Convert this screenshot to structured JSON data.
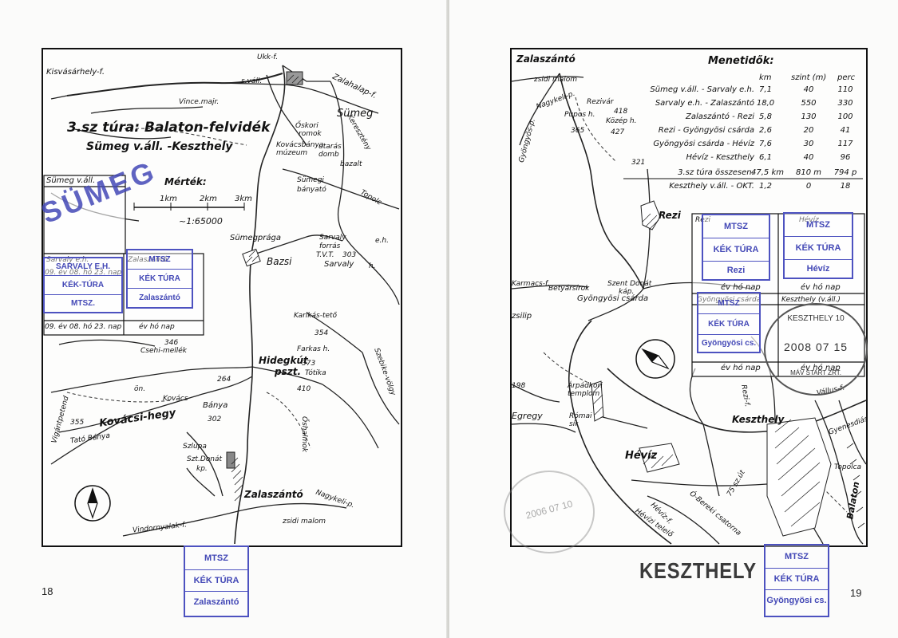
{
  "left": {
    "title_line1": "3.sz túra: Balaton-felvidék",
    "title_line2": "Sümeg v.áll. -Keszthely",
    "scale": {
      "label": "Mérték:",
      "ticks": [
        "1km",
        "2km",
        "3km"
      ],
      "ratio": "~1:65000"
    },
    "map_labels": {
      "kisvasarhely": "Kisvásárhely-f.",
      "vince": "Vince.majr.",
      "svall": "s.váll.",
      "ukkf": "Ukk-f.",
      "zalahalap": "Zalahalap-f.",
      "sumeg": "Sümeg",
      "oskori": "Őskori",
      "romok": "romok",
      "kovaban": "Kovácsbánya",
      "muzeum": "múzeum",
      "utaras": "utarás",
      "kerdomb": "domb",
      "bazalt": "bazalt",
      "sumegibanya": "Sümegi",
      "banyato": "bányató",
      "topolc": "Topolc",
      "kereszt": "Keresztény",
      "sumegprag": "Sümegprága",
      "sarvaly_forras": "Sarvaly",
      "forras": "forrás",
      "tvt": "T.V.T.",
      "n303": "303",
      "sarvaly": "Sarvaly",
      "h": "h.",
      "eh": "e.h.",
      "bazsi": "Bazsi",
      "karikas": "Karikás-tető",
      "n354": "354",
      "n346": "346",
      "csehi": "Csehi-mellék",
      "farkas": "Farkas h.",
      "hidegkut": "Hidegkút",
      "pszt": "pszt.",
      "n373": "373",
      "totika": "Tótika",
      "n410": "410",
      "szebike": "Szebike-völgy",
      "n264": "264",
      "on": "ön.",
      "kovacs": "Kovács",
      "banya": "Bánya",
      "n302": "302",
      "kovacsihegy": "Kovácsi-hegy",
      "n355": "355",
      "tato": "Tató Bánya",
      "szlupa": "Szlupa",
      "sztdonat": "Szt.Donát",
      "kap": "kp.",
      "oshalmok": "Őshalmok",
      "zalaszanto": "Zalaszántó",
      "nagykeli": "Nagykeli-p.",
      "zsidi": "zsidi malom",
      "vindornya": "Vindornyalak-f.",
      "vigantas": "Vigántpetend"
    },
    "checkpoints": {
      "header_left": "Sümeg v.áll.",
      "box2_label": "Sarvaly e.h.",
      "box3_label": "Zalaszántó",
      "date_left1": "09. év 08. hó 23. nap",
      "date_left2": "09. év 08. hó 23. nap",
      "date_right": "év hó nap"
    },
    "stamp_sumeg": "SÜMEG",
    "stamp_sarvaly": {
      "l1": "SARVALY E.H.",
      "l2": "KÉK-TÚRA",
      "l3": "MTSZ."
    },
    "stamp_zala": {
      "l1": "MTSZ",
      "l2": "KÉK TÚRA",
      "l3": "Zalaszántó"
    },
    "stamp_bottom": {
      "l1": "MTSZ",
      "l2": "KÉK TÚRA",
      "l3": "Zalaszántó"
    },
    "page_number": "18"
  },
  "right": {
    "menetidok": {
      "title": "Menetidők:",
      "headers": [
        "km",
        "szint (m)",
        "perc"
      ],
      "rows": [
        {
          "route": "Sümeg v.áll. - Sarvaly e.h.",
          "km": "7,1",
          "szint": "40",
          "perc": "110"
        },
        {
          "route": "Sarvaly e.h. - Zalaszántó",
          "km": "18,0",
          "szint": "550",
          "perc": "330"
        },
        {
          "route": "Zalaszántó - Rezi",
          "km": "5,8",
          "szint": "130",
          "perc": "100"
        },
        {
          "route": "Rezi - Gyöngyösi csárda",
          "km": "2,6",
          "szint": "20",
          "perc": "41"
        },
        {
          "route": "Gyöngyösi csárda - Hévíz",
          "km": "7,6",
          "szint": "30",
          "perc": "117"
        },
        {
          "route": "Hévíz - Keszthely",
          "km": "6,1",
          "szint": "40",
          "perc": "96"
        }
      ],
      "total": {
        "route": "3.sz túra összesen:",
        "km": "47,5 km",
        "szint": "810 m",
        "perc": "794 p"
      },
      "extra": {
        "route": "Keszthely v.áll. - OKT.",
        "km": "1,2",
        "szint": "0",
        "perc": "18"
      }
    },
    "map_labels": {
      "zalaszanto": "Zalaszántó",
      "zsidi": "zsidi malom",
      "nagykeli": "Nagykeli-p.",
      "gyongyos": "Gyöngyös-p.",
      "rezivar": "Rezivár",
      "n418": "418",
      "puposh": "Pupos h.",
      "kozeph": "Közép h.",
      "n365": "365",
      "n427": "427",
      "n321": "321",
      "rezi": "Rezi",
      "karmacs": "Karmacs-f.",
      "betyar": "Betyársírok",
      "sztdonat": "Szent Donát",
      "kap": "káp.",
      "gyongyosi": "Gyöngyösi csárda",
      "zsilip": "zsilip",
      "n198": "198",
      "arpad": "Árpádkori",
      "templom": "templom",
      "egregy": "Egregy",
      "romai": "Római",
      "sir": "sír",
      "heviz": "Hévíz",
      "keszthely": "Keszthely",
      "vallus": "Vállus-f.",
      "gyenes": "Gyenesdiás",
      "topolca": "Topolca",
      "balaton": "Balaton",
      "obereki": "Ó-Bereki csatorna",
      "hevizf": "Hévíz-f.",
      "hevizteleg": "Hévízi telelő",
      "n75": "75 sz.út",
      "rezif": "Rezi-f."
    },
    "checkpoints": {
      "box_rezi_label": "Rezi",
      "box_heviz_label": "Hévíz",
      "box_gyongy_label": "Gyöngyösi csárda",
      "box_keszt_label": "Keszthely (v.áll.)",
      "date1": "év hó nap",
      "date2": "év hó nap",
      "date3": "év hó nap",
      "date4": "év hó nap"
    },
    "stamp_rezi": {
      "l1": "MTSZ",
      "l2": "KÉK TÚRA",
      "l3": "Rezi"
    },
    "stamp_heviz": {
      "l1": "MTSZ",
      "l2": "KÉK TÚRA",
      "l3": "Hévíz"
    },
    "stamp_gyongy": {
      "l1": "MTSZ",
      "l2": "KÉK TÚRA",
      "l3": "Gyöngyösi cs."
    },
    "round_stamp": {
      "top": "KESZTHELY 10",
      "date": "2008 07 15",
      "bottom": "MÁV START ZRT."
    },
    "faint_stamp": "2006 07 10",
    "stamp_keszthely_text": "KESZTHELY",
    "stamp_bottom": {
      "l1": "MTSZ",
      "l2": "KÉK TÚRA",
      "l3": "Gyöngyösi cs."
    },
    "page_number": "19"
  },
  "colors": {
    "stamp_blue": "#4348b6",
    "ink": "#111111",
    "gray_stamp": "#3a3a3a"
  }
}
